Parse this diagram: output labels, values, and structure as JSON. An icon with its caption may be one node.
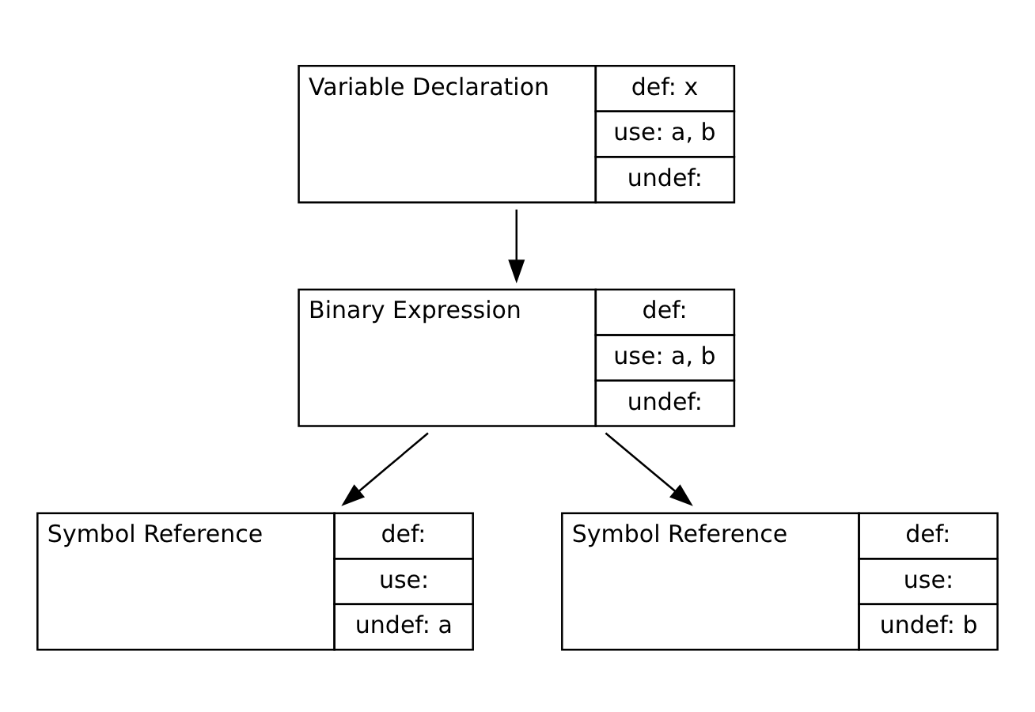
{
  "diagram": {
    "nodes": [
      {
        "text": [
          "Variable Declaration",
          "def: x",
          "use: a, b",
          "undef:"
        ]
      },
      {
        "text": [
          "Binary Expression",
          "def:",
          "use: a, b",
          "undef:"
        ]
      },
      {
        "text": [
          "Symbol Reference",
          "def:",
          "use:",
          "undef: a"
        ]
      },
      {
        "text": [
          "Symbol Reference",
          "def:",
          "use:",
          "undef: b"
        ]
      }
    ],
    "edges": [
      {
        "from": 0,
        "to": 1,
        "arrow": "to"
      },
      {
        "from": 1,
        "to": 2,
        "arrow": "to"
      },
      {
        "from": 1,
        "to": 3,
        "arrow": "to"
      }
    ]
  }
}
